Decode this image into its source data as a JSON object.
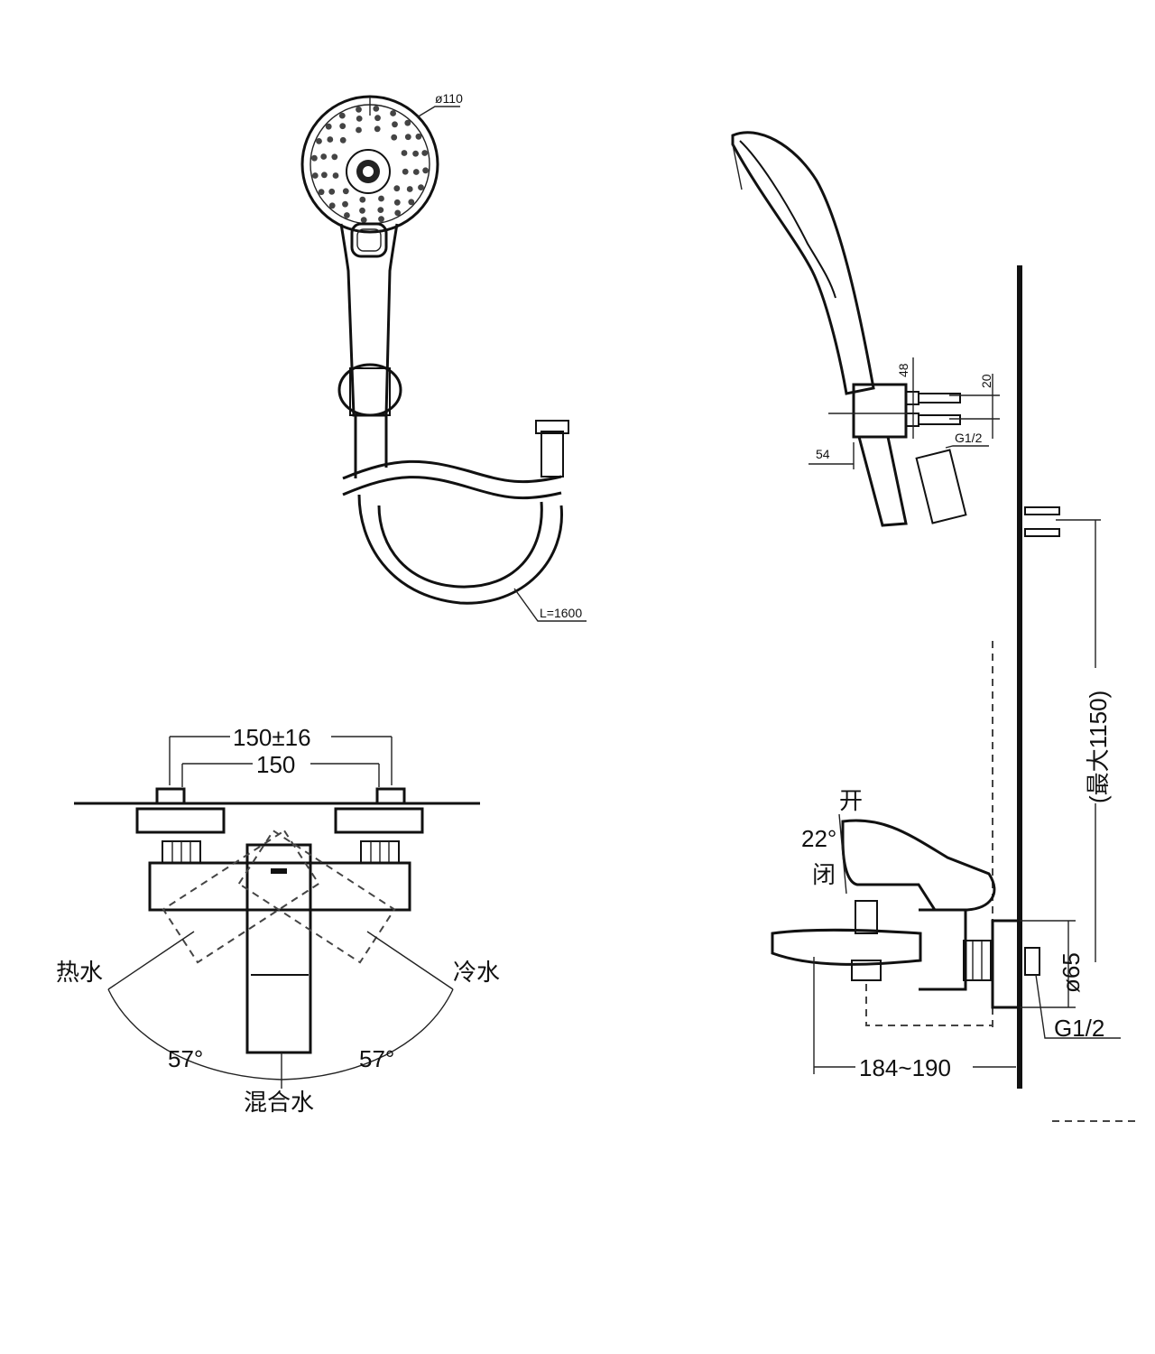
{
  "shower_head": {
    "diameter_label": "ø110",
    "hose_length_label": "L=1600"
  },
  "holder_side": {
    "dim_48": "48",
    "dim_20": "20",
    "dim_54": "54",
    "thread_label": "G1/2"
  },
  "mixer_front": {
    "dim_150_tol": "150±16",
    "dim_150": "150",
    "hot_label": "热水",
    "cold_label": "冷水",
    "mix_label": "混合水",
    "angle_left": "57°",
    "angle_right": "57°"
  },
  "mixer_side": {
    "open_label": "开",
    "angle_label": "22°",
    "closed_label": "闭",
    "height_label": "(最大1150)",
    "diameter_label": "ø65",
    "thread_label": "G1/2",
    "depth_label": "184~190"
  }
}
